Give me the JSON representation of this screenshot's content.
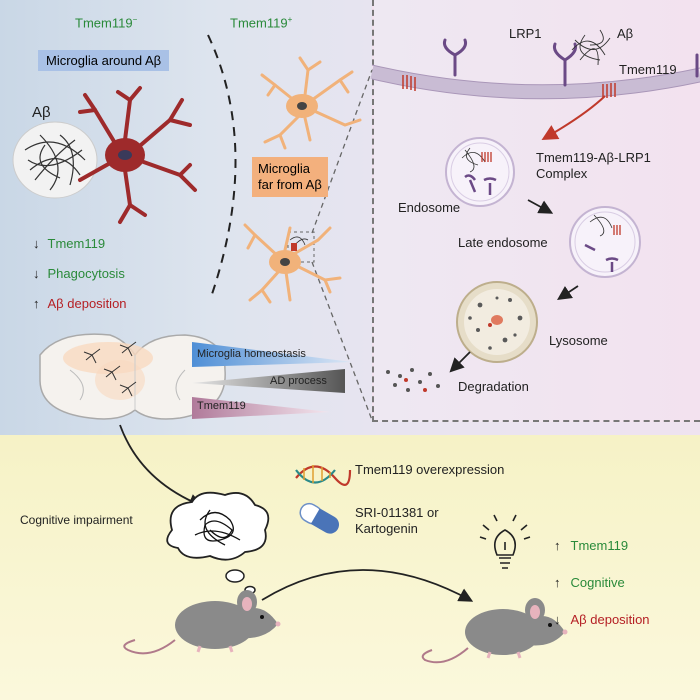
{
  "top_left": {
    "tmem_minus": "Tmem119",
    "tmem_minus_sup": "−",
    "tmem_plus": "Tmem119",
    "tmem_plus_sup": "+",
    "microglia_around": "Microglia around Aβ",
    "abeta_label": "Aβ",
    "microglia_far_line1": "Microglia",
    "microglia_far_line2": "far from Aβ",
    "effects": [
      {
        "arrow": "↓",
        "text": "Tmem119",
        "color": "green"
      },
      {
        "arrow": "↓",
        "text": "Phagocytosis",
        "color": "green"
      },
      {
        "arrow": "↑",
        "text": "Aβ deposition",
        "color": "red"
      }
    ],
    "gradients": {
      "homeostasis": "Microglia homeostasis",
      "ad_process": "AD process",
      "tmem119": "Tmem119"
    }
  },
  "mechanism": {
    "lrp1": "LRP1",
    "abeta": "Aβ",
    "tmem119": "Tmem119",
    "complex_line1": "Tmem119-Aβ-LRP1",
    "complex_line2": "Complex",
    "endosome": "Endosome",
    "late_endosome": "Late endosome",
    "lysosome": "Lysosome",
    "degradation": "Degradation"
  },
  "bottom": {
    "cognitive_impairment": "Cognitive impairment",
    "treatment1": "Tmem119 overexpression",
    "treatment2_line1": "SRI-011381 or",
    "treatment2_line2": "Kartogenin",
    "outcomes": [
      {
        "arrow": "↑",
        "text": "Tmem119",
        "color": "green"
      },
      {
        "arrow": "↑",
        "text": "Cognitive",
        "color": "green"
      },
      {
        "arrow": "↓",
        "text": "Aβ deposition",
        "color": "red"
      }
    ]
  },
  "colors": {
    "green_text": "#2a8a3a",
    "red_text": "#b52025",
    "microglia_red": "#9e2a2b",
    "microglia_orange": "#f1b27a",
    "label_blue": "#a9c1e6",
    "label_orange": "#f3b07d",
    "lrp1_purple": "#6b4a86",
    "tmem_red": "#c0392b"
  },
  "icons": [
    "dna-icon",
    "capsule-icon",
    "lightbulb-icon",
    "mouse-icon",
    "brain-section-icon",
    "thought-cloud-icon"
  ]
}
